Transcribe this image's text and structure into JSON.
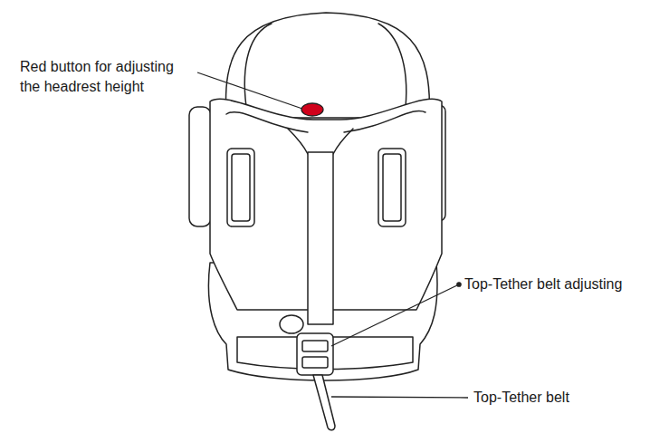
{
  "diagram": {
    "labels": [
      "Red button for adjusting the headrest height",
      "Top-Tether belt adjusting",
      "Top-Tether belt"
    ]
  }
}
